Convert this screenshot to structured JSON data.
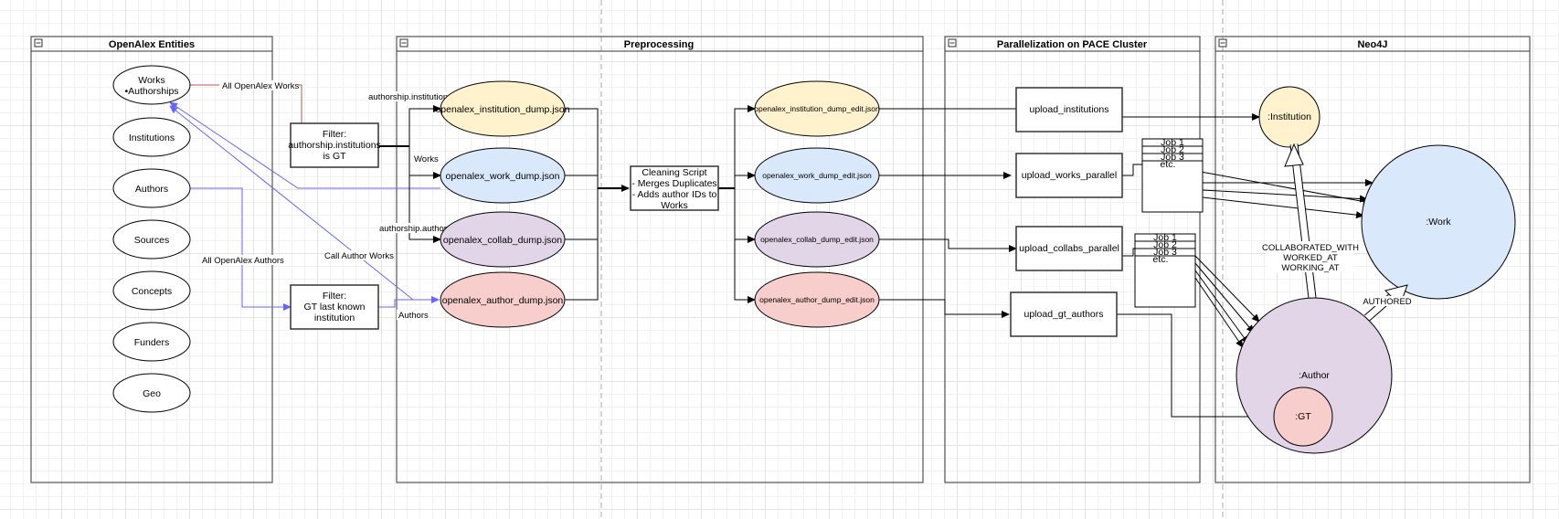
{
  "containers": {
    "openalex": "OpenAlex Entities",
    "preprocessing": "Preprocessing",
    "pace": "Parallelization on PACE Cluster",
    "neo4j": "Neo4J"
  },
  "entities": {
    "works_line1": "Works",
    "works_line2": "•Authorships",
    "institutions": "Institutions",
    "authors": "Authors",
    "sources": "Sources",
    "concepts": "Concepts",
    "funders": "Funders",
    "geo": "Geo"
  },
  "filters": {
    "gt_works": [
      "Filter:",
      "authorship.institutions",
      "is GT"
    ],
    "gt_authors": [
      "Filter:",
      "GT last known",
      "institution"
    ]
  },
  "edge_labels": {
    "all_works": "All OpenAlex Works",
    "all_authors": "All OpenAlex Authors",
    "call_author_works": "Call Author Works",
    "authorship_institutions": "authorship.institutions",
    "works": "Works",
    "authorship_author": "authorship.author",
    "authors": "Authors"
  },
  "dumps": {
    "institution": "openalex_institution_dump.json",
    "work": "openalex_work_dump.json",
    "collab": "openalex_collab_dump.json",
    "author": "openalex_author_dump.json"
  },
  "cleaning": [
    "Cleaning Script",
    "- Merges Duplicates",
    "- Adds author IDs to",
    "Works"
  ],
  "edits": {
    "institution": "openalex_institution_dump_edit.json",
    "work": "openalex_work_dump_edit.json",
    "collab": "openalex_collab_dump_edit.json",
    "author": "openalex_author_dump_edit.json"
  },
  "uploads": {
    "institutions": "upload_institutions",
    "works": "upload_works_parallel",
    "collabs": "upload_collabs_parallel",
    "gt_authors": "upload_gt_authors"
  },
  "jobs": [
    "Job 1",
    "Job 2",
    "Job 3",
    "etc."
  ],
  "nodes": {
    "institution": ":Institution",
    "work": ":Work",
    "author": ":Author",
    "gt": ":GT"
  },
  "relationships": {
    "collab": [
      "COLLABORATED_WITH",
      "WORKED_AT",
      "WORKING_AT"
    ],
    "authored": "AUTHORED"
  },
  "colors": {
    "institution_fill": "#fff2cc",
    "work_fill": "#dae8fc",
    "collab_fill": "#e1d5e7",
    "author_fill": "#f8cecc",
    "blue_edge": "#6666ff",
    "red_edge": "#b85450"
  }
}
